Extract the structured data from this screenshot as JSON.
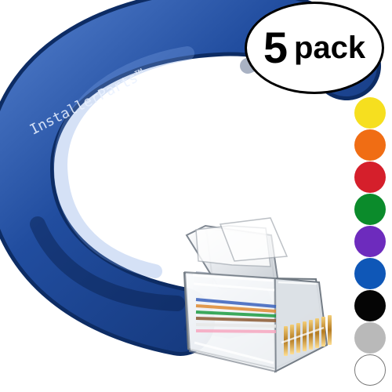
{
  "badge": {
    "number": "5",
    "word": "pack"
  },
  "cable": {
    "brand_print": "InstallerParts™",
    "color": "#1f4a9a",
    "highlight": "#4673c4",
    "shadow": "#173873"
  },
  "color_options": [
    {
      "name": "yellow",
      "hex": "#f6df1f"
    },
    {
      "name": "orange",
      "hex": "#f06d14"
    },
    {
      "name": "red",
      "hex": "#d51f2b"
    },
    {
      "name": "green",
      "hex": "#0b8b2b"
    },
    {
      "name": "purple",
      "hex": "#6d2bbd"
    },
    {
      "name": "blue",
      "hex": "#0f57b7"
    },
    {
      "name": "black",
      "hex": "#050505"
    },
    {
      "name": "gray",
      "hex": "#b9b9b9"
    },
    {
      "name": "white",
      "hex": "#ffffff"
    }
  ]
}
